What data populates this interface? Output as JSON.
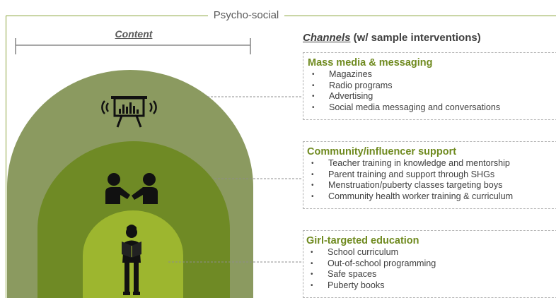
{
  "header": {
    "psycho_social": "Psycho-social",
    "content_title": "Content",
    "channels_em": "Channels",
    "channels_rest": " (w/ sample interventions)"
  },
  "channels": [
    {
      "title": "Mass media & messaging",
      "items": [
        "Magazines",
        "Radio programs",
        "Advertising",
        "Social media messaging and conversations"
      ]
    },
    {
      "title": "Community/influencer  support",
      "items": [
        "Teacher training in knowledge and mentorship",
        "Parent training and support through SHGs",
        "Menstruation/puberty classes targeting boys",
        "Community health worker training & curriculum"
      ]
    },
    {
      "title": "Girl-targeted education",
      "items": [
        "School curriculum",
        "Out-of-school programming",
        "Safe spaces",
        "Puberty books"
      ]
    }
  ],
  "icons": {
    "mass_media": "presentation-board-broadcast-icon",
    "community": "handshake-people-icon",
    "girl": "girl-reading-book-icon"
  },
  "colors": {
    "outer_arch": "#8b9a60",
    "middle_arch": "#6f8a25",
    "inner_arch": "#9db62f",
    "heading_green": "#6f8a1f",
    "frame": "#8aa33a",
    "text": "#404040"
  }
}
